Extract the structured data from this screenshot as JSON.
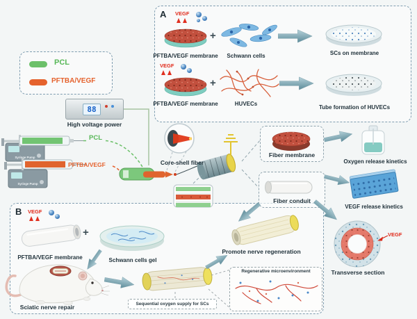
{
  "colors": {
    "pcl_green": "#6cc069",
    "pftba_orange": "#e5622d",
    "vegf_red": "#e02818",
    "arrow_teal": "#5d8b99",
    "panel_border": "#7f9db0"
  },
  "legend": {
    "items": [
      {
        "label": "PCL",
        "color": "#6cc069"
      },
      {
        "label": "PFTBA/VEGF",
        "color": "#e5622d"
      }
    ]
  },
  "apparatus": {
    "high_voltage_label": "High voltage power",
    "display_value": "88",
    "pump_label": "Syringe Pump",
    "pcl_feed_label": "PCL",
    "pftba_feed_label": "PFTBA/VEGF",
    "core_shell_label": "Core-shell fiber"
  },
  "panel_a": {
    "tag": "A",
    "vegf_label": "VEGF",
    "plus": "+",
    "rows": [
      {
        "membrane": "PFTBA/VEGF membrane",
        "cells": "Schwann cells",
        "result": "SCs on membrane"
      },
      {
        "membrane": "PFTBA/VEGF membrane",
        "cells": "HUVECs",
        "result": "Tube formation of HUVECs"
      }
    ]
  },
  "products": {
    "fiber_membrane": "Fiber membrane",
    "oxygen_kinetics": "Oxygen release kinetics",
    "fiber_conduit": "Fiber conduit",
    "vegf_kinetics": "VEGF release kinetics",
    "transverse": "Transverse section",
    "transverse_vegf": "VEGF"
  },
  "panel_b": {
    "tag": "B",
    "vegf_label": "VEGF",
    "plus": "+",
    "membrane": "PFTBA/VEGF membrane",
    "gel": "Schwann cells gel",
    "nerve_repair": "Sciatic nerve repair",
    "promote": "Promote nerve regeneration",
    "sequential": "Sequential oxygen supply for SCs",
    "microenvironment": "Regenerative microenvironment"
  }
}
